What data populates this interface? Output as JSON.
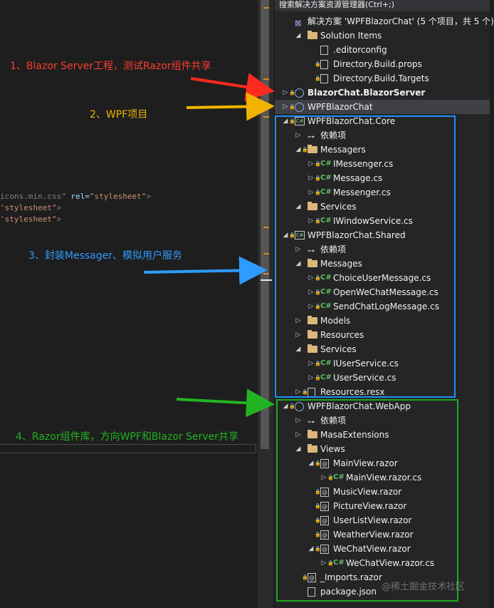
{
  "editor": {
    "lines": [
      {
        "pre": "icons.min.css\"",
        "attr": " rel=",
        "str": "\"stylesheet\"",
        "end": ">"
      },
      {
        "pre": "",
        "attr": "",
        "str": "'stylesheet\"",
        "end": ">"
      },
      {
        "pre": "",
        "attr": "",
        "str": "'stylesheet\"",
        "end": ">"
      }
    ]
  },
  "search": {
    "label": "搜索解决方案资源管理器(Ctrl+;)"
  },
  "tree": [
    {
      "label": "解决方案 'WPFBlazorChat' (5 个项目，共 5 个)",
      "icon": "solution-icon",
      "indent": 0,
      "exp": "",
      "lock": ""
    },
    {
      "label": "Solution Items",
      "icon": "folder-icon",
      "indent": 1,
      "exp": "◢",
      "lock": ""
    },
    {
      "label": ".editorconfig",
      "icon": "file-icon",
      "indent": 2,
      "exp": "",
      "lock": ""
    },
    {
      "label": "Directory.Build.props",
      "icon": "file-icon",
      "indent": 2,
      "exp": "",
      "lock": "🔒"
    },
    {
      "label": "Directory.Build.Targets",
      "icon": "file-icon",
      "indent": 2,
      "exp": "",
      "lock": "🔒"
    },
    {
      "label": "BlazorChat.BlazorServer",
      "icon": "web-project-icon",
      "indent": 0,
      "exp": "▷",
      "lock": "🔒",
      "bold": true
    },
    {
      "label": "WPFBlazorChat",
      "icon": "web-project-icon",
      "indent": 0,
      "exp": "▷",
      "lock": "🔒",
      "selected": true
    },
    {
      "label": "WPFBlazorChat.Core",
      "icon": "csharp-project-icon",
      "indent": 0,
      "exp": "◢",
      "lock": "🔒"
    },
    {
      "label": "依赖项",
      "icon": "dependencies-icon",
      "indent": 1,
      "exp": "▷",
      "lock": ""
    },
    {
      "label": "Messagers",
      "icon": "folder-icon",
      "indent": 1,
      "exp": "◢",
      "lock": "🔒"
    },
    {
      "label": "IMessenger.cs",
      "icon": "csharp-file-icon",
      "indent": 2,
      "exp": "▷",
      "lock": "🔒"
    },
    {
      "label": "Message.cs",
      "icon": "csharp-file-icon",
      "indent": 2,
      "exp": "▷",
      "lock": "🔒"
    },
    {
      "label": "Messenger.cs",
      "icon": "csharp-file-icon",
      "indent": 2,
      "exp": "▷",
      "lock": "🔒"
    },
    {
      "label": "Services",
      "icon": "folder-icon",
      "indent": 1,
      "exp": "◢",
      "lock": ""
    },
    {
      "label": "IWindowService.cs",
      "icon": "csharp-file-icon",
      "indent": 2,
      "exp": "▷",
      "lock": "🔒"
    },
    {
      "label": "WPFBlazorChat.Shared",
      "icon": "csharp-project-icon",
      "indent": 0,
      "exp": "◢",
      "lock": "🔒"
    },
    {
      "label": "依赖项",
      "icon": "dependencies-icon",
      "indent": 1,
      "exp": "▷",
      "lock": ""
    },
    {
      "label": "Messages",
      "icon": "folder-icon",
      "indent": 1,
      "exp": "◢",
      "lock": ""
    },
    {
      "label": "ChoiceUserMessage.cs",
      "icon": "csharp-file-icon",
      "indent": 2,
      "exp": "▷",
      "lock": "🔒"
    },
    {
      "label": "OpenWeChatMessage.cs",
      "icon": "csharp-file-icon",
      "indent": 2,
      "exp": "▷",
      "lock": "🔒"
    },
    {
      "label": "SendChatLogMessage.cs",
      "icon": "csharp-file-icon",
      "indent": 2,
      "exp": "▷",
      "lock": "🔒"
    },
    {
      "label": "Models",
      "icon": "folder-icon",
      "indent": 1,
      "exp": "▷",
      "lock": ""
    },
    {
      "label": "Resources",
      "icon": "folder-icon",
      "indent": 1,
      "exp": "▷",
      "lock": ""
    },
    {
      "label": "Services",
      "icon": "folder-icon",
      "indent": 1,
      "exp": "◢",
      "lock": ""
    },
    {
      "label": "IUserService.cs",
      "icon": "csharp-file-icon",
      "indent": 2,
      "exp": "▷",
      "lock": "🔒"
    },
    {
      "label": "UserService.cs",
      "icon": "csharp-file-icon",
      "indent": 2,
      "exp": "▷",
      "lock": "🔒"
    },
    {
      "label": "Resources.resx",
      "icon": "resx-file-icon",
      "indent": 1,
      "exp": "▷",
      "lock": "🔒"
    },
    {
      "label": "WPFBlazorChat.WebApp",
      "icon": "web-project-icon",
      "indent": 0,
      "exp": "◢",
      "lock": "🔒"
    },
    {
      "label": "依赖项",
      "icon": "dependencies-icon",
      "indent": 1,
      "exp": "▷",
      "lock": ""
    },
    {
      "label": "MasaExtensions",
      "icon": "folder-icon",
      "indent": 1,
      "exp": "▷",
      "lock": ""
    },
    {
      "label": "Views",
      "icon": "folder-icon",
      "indent": 1,
      "exp": "◢",
      "lock": ""
    },
    {
      "label": "MainView.razor",
      "icon": "razor-file-icon",
      "indent": 2,
      "exp": "◢",
      "lock": "🔒"
    },
    {
      "label": "MainView.razor.cs",
      "icon": "csharp-file-icon",
      "indent": 3,
      "exp": "▷",
      "lock": "🔒"
    },
    {
      "label": "MusicView.razor",
      "icon": "razor-file-icon",
      "indent": 2,
      "exp": "",
      "lock": "🔒"
    },
    {
      "label": "PictureView.razor",
      "icon": "razor-file-icon",
      "indent": 2,
      "exp": "",
      "lock": "🔒"
    },
    {
      "label": "UserListView.razor",
      "icon": "razor-file-icon",
      "indent": 2,
      "exp": "",
      "lock": "🔒"
    },
    {
      "label": "WeatherView.razor",
      "icon": "razor-file-icon",
      "indent": 2,
      "exp": "",
      "lock": "🔒"
    },
    {
      "label": "WeChatView.razor",
      "icon": "razor-file-icon",
      "indent": 2,
      "exp": "◢",
      "lock": "🔒"
    },
    {
      "label": "WeChatView.razor.cs",
      "icon": "csharp-file-icon",
      "indent": 3,
      "exp": "▷",
      "lock": "🔒"
    },
    {
      "label": "_Imports.razor",
      "icon": "razor-file-icon",
      "indent": 1,
      "exp": "",
      "lock": "🔒"
    },
    {
      "label": "package.json",
      "icon": "json-file-icon",
      "indent": 1,
      "exp": "",
      "lock": ""
    }
  ],
  "annotations": {
    "note1": {
      "text": "1、Blazor Server工程，测试Razor组件共享",
      "color": "#ff3b30"
    },
    "note2": {
      "text": "2、WPF项目",
      "color": "#f0b400"
    },
    "note3": {
      "text": "3、封装Messager、模拟用户服务",
      "color": "#2f9bff"
    },
    "note4": {
      "text": "4、Razor组件库，方向WPF和Blazor Server共享",
      "color": "#22b322"
    }
  },
  "watermark": "@稀土掘金技术社区"
}
